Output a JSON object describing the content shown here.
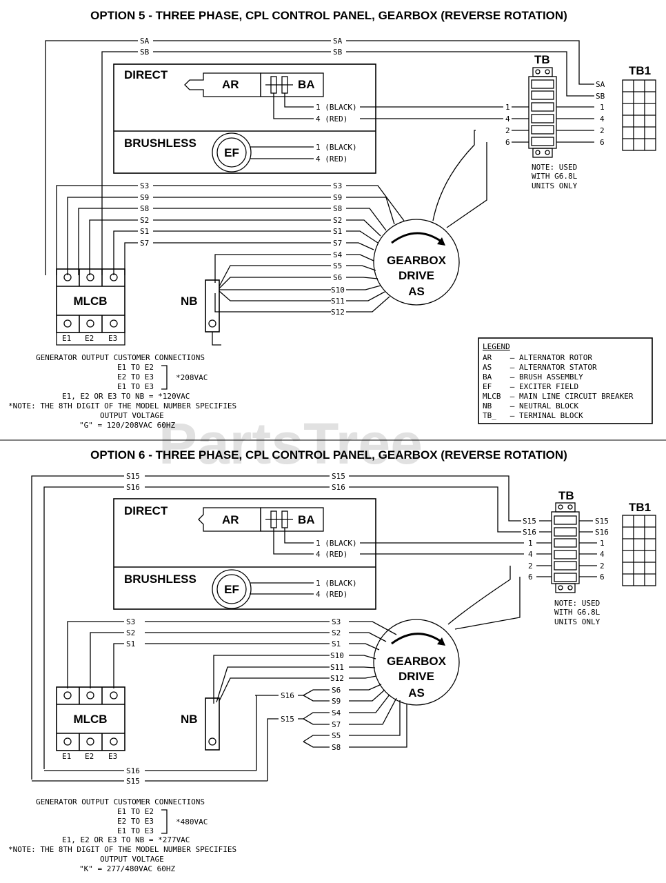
{
  "watermark": "PartsTree",
  "option5": {
    "title": "OPTION 5 - THREE PHASE, CPL CONTROL PANEL, GEARBOX (REVERSE ROTATION)",
    "direct": "DIRECT",
    "brushless": "BRUSHLESS",
    "ar": "AR",
    "ba": "BA",
    "ef": "EF",
    "black": "1 (BLACK)",
    "red": "4 (RED)",
    "gearbox": "GEARBOX",
    "drive": "DRIVE",
    "as": "AS",
    "mlcb": "MLCB",
    "nb": "NB",
    "tb": "TB",
    "tb1": "TB1",
    "sa": "SA",
    "sb": "SB",
    "s3": "S3",
    "s9": "S9",
    "s8": "S8",
    "s2": "S2",
    "s1": "S1",
    "s7": "S7",
    "s4": "S4",
    "s5": "S5",
    "s6": "S6",
    "s10": "S10",
    "s11": "S11",
    "s12": "S12",
    "n1": "1",
    "n4": "4",
    "n2": "2",
    "n6": "6",
    "e1": "E1",
    "e2": "E2",
    "e3": "E3",
    "tb_note": [
      "NOTE: USED",
      "WITH G6.8L",
      "UNITS ONLY"
    ],
    "cust": [
      "GENERATOR OUTPUT CUSTOMER CONNECTIONS",
      "E1 TO E2",
      "E2 TO E3",
      "E1 TO E3",
      "*208VAC",
      "E1, E2 OR E3 TO NB = *120VAC",
      "*NOTE: THE 8TH DIGIT OF THE MODEL NUMBER SPECIFIES",
      "OUTPUT VOLTAGE",
      "\"G\" = 120/208VAC 60HZ"
    ]
  },
  "legend": {
    "title": "LEGEND",
    "items": [
      "AR    – ALTERNATOR ROTOR",
      "AS    – ALTERNATOR STATOR",
      "BA    – BRUSH ASSEMBLY",
      "EF    – EXCITER FIELD",
      "MLCB  – MAIN LINE CIRCUIT BREAKER",
      "NB    – NEUTRAL BLOCK",
      "TB_   – TERMINAL BLOCK"
    ]
  },
  "option6": {
    "title": "OPTION 6 - THREE PHASE, CPL CONTROL PANEL, GEARBOX (REVERSE ROTATION)",
    "direct": "DIRECT",
    "brushless": "BRUSHLESS",
    "ar": "AR",
    "ba": "BA",
    "ef": "EF",
    "black": "1 (BLACK)",
    "red": "4 (RED)",
    "gearbox": "GEARBOX",
    "drive": "DRIVE",
    "as": "AS",
    "mlcb": "MLCB",
    "nb": "NB",
    "tb": "TB",
    "tb1": "TB1",
    "s15": "S15",
    "s16": "S16",
    "s3": "S3",
    "s2": "S2",
    "s1": "S1",
    "s10": "S10",
    "s11": "S11",
    "s12": "S12",
    "s6": "S6",
    "s9": "S9",
    "s4": "S4",
    "s7": "S7",
    "s5": "S5",
    "s8": "S8",
    "n1": "1",
    "n4": "4",
    "n2": "2",
    "n6": "6",
    "e1": "E1",
    "e2": "E2",
    "e3": "E3",
    "tb_note": [
      "NOTE: USED",
      "WITH G6.8L",
      "UNITS ONLY"
    ],
    "cust": [
      "GENERATOR OUTPUT CUSTOMER CONNECTIONS",
      "E1 TO E2",
      "E2 TO E3",
      "E1 TO E3",
      "*480VAC",
      "E1, E2 OR E3 TO NB = *277VAC",
      "*NOTE: THE 8TH DIGIT OF THE MODEL NUMBER SPECIFIES",
      "OUTPUT VOLTAGE",
      "\"K\" = 277/480VAC 60HZ"
    ]
  }
}
